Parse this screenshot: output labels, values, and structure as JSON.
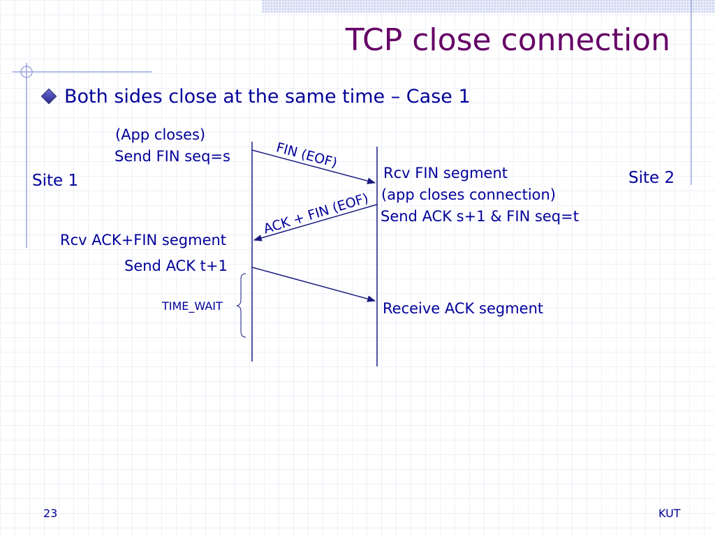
{
  "slide": {
    "title": "TCP close connection",
    "bullet": "Both sides close at the same time – Case 1",
    "page_number": "23",
    "footer_right": "KUT"
  },
  "diagram": {
    "site1": "Site 1",
    "site2": "Site 2",
    "app_closes": "(App closes)",
    "send_fin": "Send FIN seq=s",
    "fin_label": "FIN (EOF)",
    "rcv_fin": "Rcv FIN segment",
    "app_closes_conn": "(app closes connection)",
    "send_ack_fin": "Send ACK s+1 & FIN seq=t",
    "ack_fin_label": "ACK + FIN (EOF)",
    "rcv_ack_fin": "Rcv ACK+FIN segment",
    "send_ack": "Send ACK t+1",
    "time_wait": "TIME_WAIT",
    "receive_ack": "Receive ACK segment"
  },
  "colors": {
    "text": "#000099",
    "title": "#660066",
    "grid": "#dde2f2",
    "line": "#1a1a80",
    "accent_bar": "#c8cff0"
  }
}
